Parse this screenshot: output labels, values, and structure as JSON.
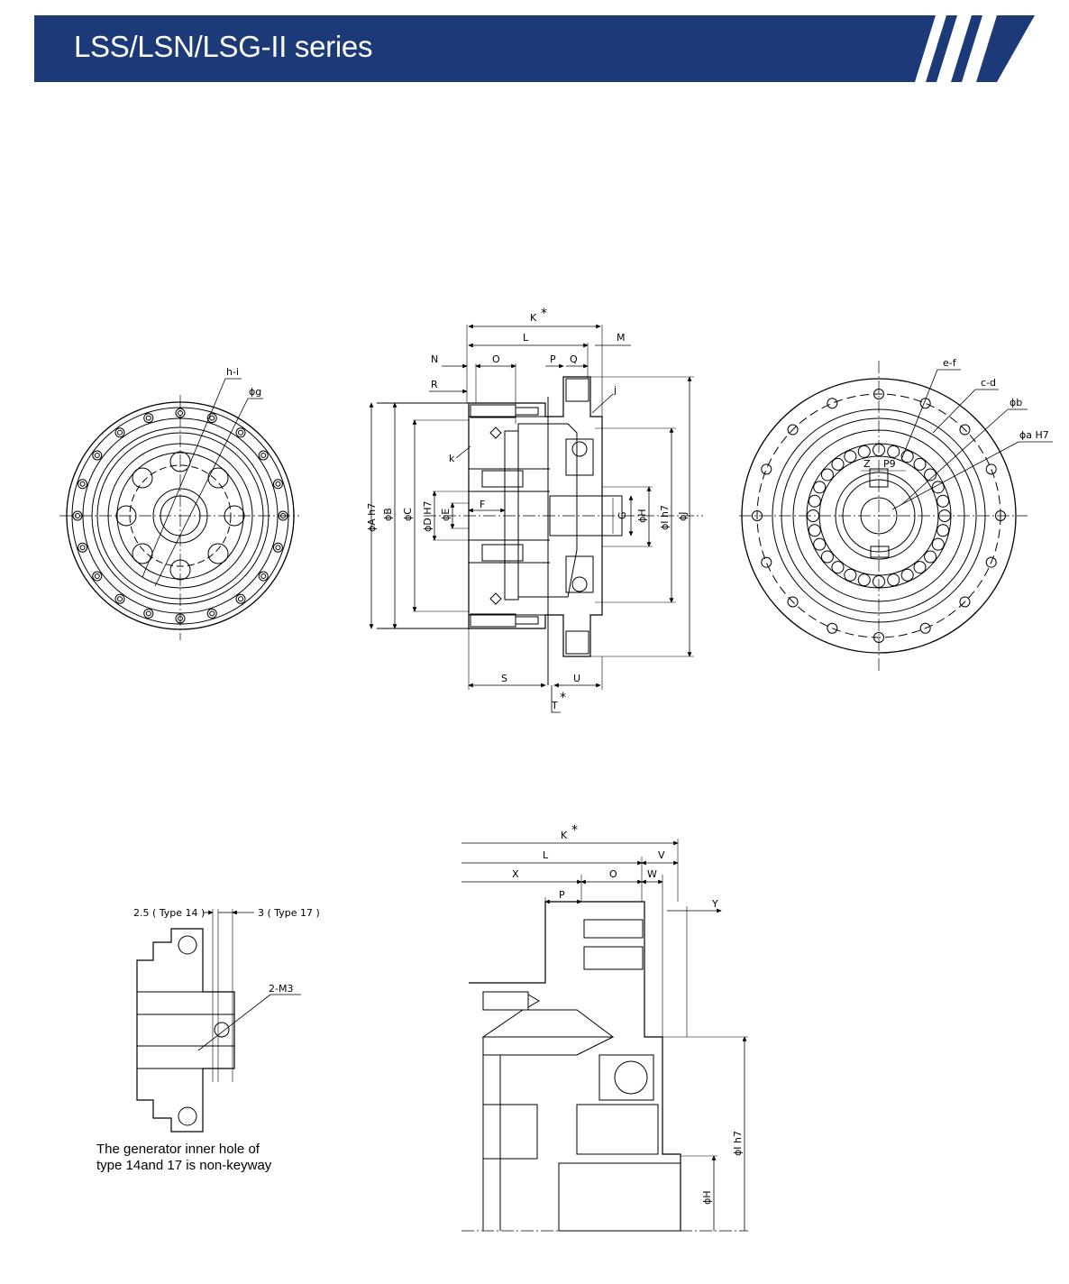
{
  "header": {
    "title": "LSS/LSN/LSG-II series",
    "brand_color": "#1d3a78"
  },
  "front_view": {
    "labels": {
      "holes": "h-i",
      "pcd": "ϕg"
    }
  },
  "section_view": {
    "labels": {
      "K": "K",
      "K_star": "*",
      "L": "L",
      "M": "M",
      "N": "N",
      "O": "O",
      "P": "P",
      "Q": "Q",
      "R": "R",
      "j": "j",
      "k": "k",
      "A": "ϕA h7",
      "B": "ϕB",
      "C": "ϕC",
      "D": "ϕD H7",
      "E": "ϕE",
      "F": "F",
      "G": "G",
      "H": "ϕH",
      "I": "ϕI h7",
      "J": "ϕJ",
      "S": "S",
      "T": "T",
      "T_star": "*",
      "U": "U"
    }
  },
  "rear_view": {
    "labels": {
      "ef": "e-f",
      "cd": "c-d",
      "b": "ϕb",
      "a": "ϕa H7",
      "Z": "Z",
      "P9": "P9"
    }
  },
  "detail_view": {
    "labels": {
      "type14": "2.5 ( Type 14 )",
      "type17": "3 ( Type 17 )",
      "m3": "2-M3"
    },
    "note_line1": "The generator inner hole of",
    "note_line2": "type 14and 17 is non-keyway"
  },
  "bottom_section": {
    "labels": {
      "K": "K",
      "K_star": "*",
      "L": "L",
      "V": "V",
      "X": "X",
      "O": "O",
      "W": "W",
      "P": "P",
      "Y": "Y",
      "I": "ϕI h7",
      "H": "ϕH"
    }
  }
}
